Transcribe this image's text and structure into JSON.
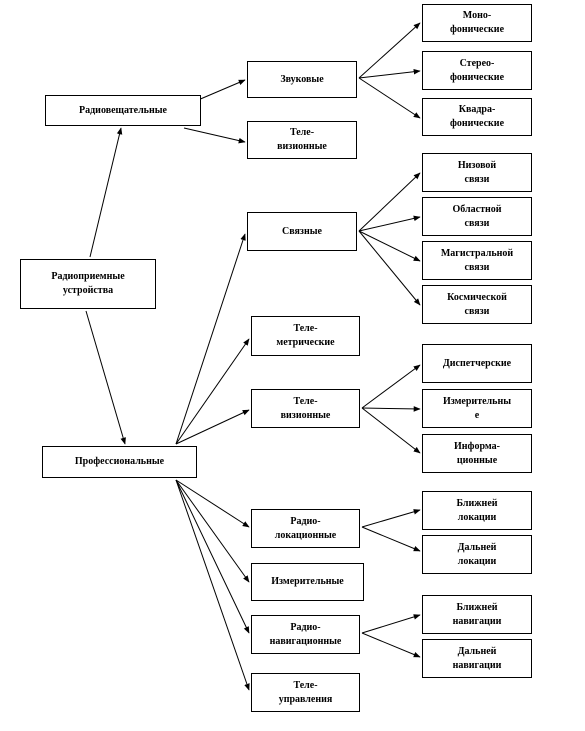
{
  "nodes": {
    "root": "Радиоприемные\nустройства",
    "broadcast": "Радиовещательные",
    "professional": "Профессиональные",
    "sound": "Звуковые",
    "tv_broadcast": "Теле-\nвизионные",
    "mono": "Моно-\nфонические",
    "stereo": "Стерео-\nфонические",
    "quadro": "Квадра-\nфонические",
    "comm": "Связные",
    "local_comm": "Низовой\nсвязи",
    "regional_comm": "Областной\nсвязи",
    "trunk_comm": "Магистральной\nсвязи",
    "space_comm": "Космической\nсвязи",
    "telemetry": "Теле-\nметрические",
    "tv_prof": "Теле-\nвизионные",
    "dispatch": "Диспетчерские",
    "measuring_tv": "Измерительны\nе",
    "info": "Информа-\nционные",
    "radar": "Радио-\nлокационные",
    "near_radar": "Ближней\nлокации",
    "far_radar": "Дальней\nлокации",
    "measuring": "Измерительные",
    "radionav": "Радио-\nнавигационные",
    "near_nav": "Ближней\nнавигации",
    "far_nav": "Дальней\nнавигации",
    "telecontrol": "Теле-\nуправления"
  }
}
